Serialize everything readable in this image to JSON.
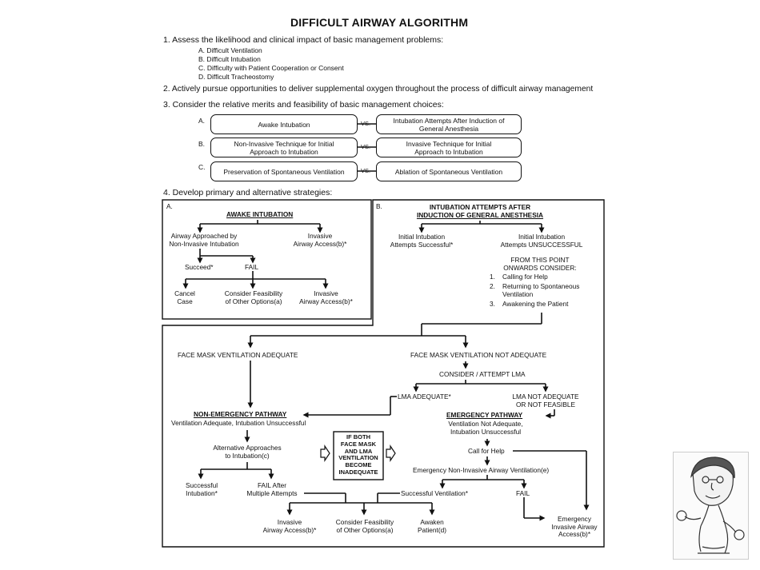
{
  "title": "DIFFICULT AIRWAY ALGORITHM",
  "step1": {
    "text": "1.  Assess the likelihood and clinical impact of basic management problems:",
    "items": [
      "A.  Difficult Ventilation",
      "B.  Difficult Intubation",
      "C.  Difficulty with Patient Cooperation or Consent",
      "D.  Difficult Tracheostomy"
    ]
  },
  "step2": "2.  Actively pursue opportunities to deliver supplemental oxygen throughout the process of difficult airway management",
  "step3": "3.  Consider the relative merits and feasibility of basic management choices:",
  "choices": {
    "vs": "VS.",
    "a": {
      "letter": "A.",
      "left": "Awake Intubation",
      "right": [
        "Intubation Attempts After Induction of",
        "General Anesthesia"
      ]
    },
    "b": {
      "letter": "B.",
      "left": [
        "Non-Invasive Technique for Initial",
        "Approach to Intubation"
      ],
      "right": [
        "Invasive Technique for Initial",
        "Approach to Intubation"
      ]
    },
    "c": {
      "letter": "C.",
      "left": "Preservation of Spontaneous Ventilation",
      "right": "Ablation of Spontaneous Ventilation"
    }
  },
  "step4": "4.  Develop primary and alternative strategies:",
  "panelA": {
    "letter": "A.",
    "header": "AWAKE INTUBATION",
    "left": [
      "Airway Approached by",
      "Non-Invasive Intubation"
    ],
    "right": [
      "Invasive",
      "Airway Access(b)*"
    ],
    "succeed": "Succeed*",
    "fail": "FAIL",
    "cancel": [
      "Cancel",
      "Case"
    ],
    "consider": [
      "Consider Feasibility",
      "of Other Options(a)"
    ],
    "invasive": [
      "Invasive",
      "Airway Access(b)*"
    ]
  },
  "panelB": {
    "letter": "B.",
    "header": [
      "INTUBATION ATTEMPTS AFTER",
      "INDUCTION OF GENERAL ANESTHESIA"
    ],
    "successful": [
      "Initial Intubation",
      "Attempts Successful*"
    ],
    "unsuccessful": [
      "Initial Intubation",
      "Attempts UNSUCCESSFUL"
    ],
    "from": [
      "FROM THIS POINT",
      "ONWARDS CONSIDER:"
    ],
    "consider_list": [
      {
        "n": "1.",
        "lines": [
          "Calling for Help"
        ]
      },
      {
        "n": "2.",
        "lines": [
          "Returning to Spontaneous",
          "Ventilation"
        ]
      },
      {
        "n": "3.",
        "lines": [
          "Awakening the Patient"
        ]
      }
    ]
  },
  "lower": {
    "fm_adequate": "FACE MASK VENTILATION ADEQUATE",
    "fm_not": "FACE MASK VENTILATION NOT ADEQUATE",
    "lma_consider": "CONSIDER / ATTEMPT LMA",
    "lma_adequate": "LMA ADEQUATE*",
    "lma_not": [
      "LMA NOT ADEQUATE",
      "OR NOT FEASIBLE"
    ],
    "non_emergency": "NON-EMERGENCY PATHWAY",
    "non_emergency_sub": "Ventilation Adequate, Intubation Unsuccessful",
    "emergency": "EMERGENCY PATHWAY",
    "emergency_sub": [
      "Ventilation Not Adequate,",
      "Intubation Unsuccessful"
    ],
    "alt_approaches": [
      "Alternative Approaches",
      "to Intubation(c)"
    ],
    "if_both": [
      "IF BOTH",
      "FACE MASK",
      "AND LMA",
      "VENTILATION",
      "BECOME",
      "INADEQUATE"
    ],
    "call_help": "Call for Help",
    "emergency_noninvasive": "Emergency Non-Invasive Airway Ventilation(e)",
    "successful_intubation": [
      "Successful",
      "Intubation*"
    ],
    "fail_after": [
      "FAIL After",
      "Multiple Attempts"
    ],
    "successful_ventilation": "Successful Ventilation*",
    "fail": "FAIL",
    "emergency_invasive": [
      "Emergency",
      "Invasive Airway",
      "Access(b)*"
    ],
    "invasive": [
      "Invasive",
      "Airway Access(b)*"
    ],
    "consider_feasibility": [
      "Consider Feasibility",
      "of Other Options(a)"
    ],
    "awaken": [
      "Awaken",
      "Patient(d)"
    ]
  }
}
